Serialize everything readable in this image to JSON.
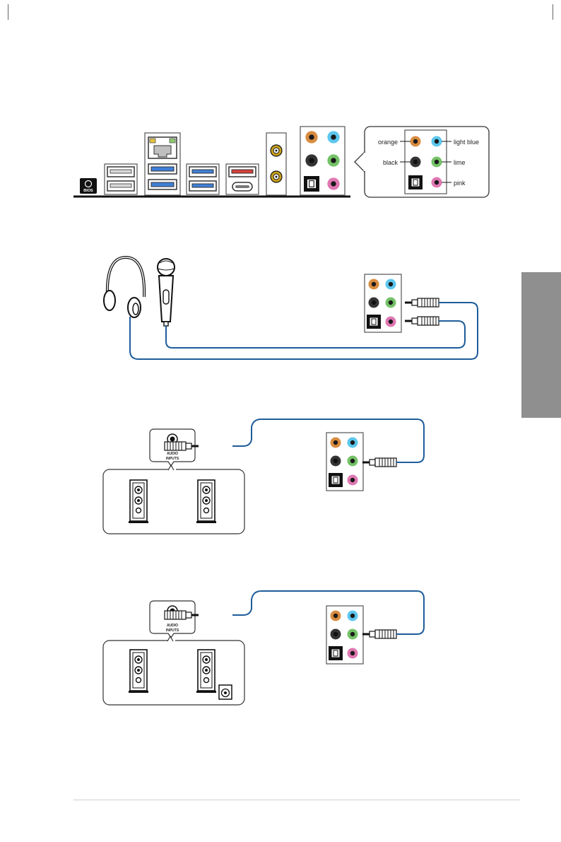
{
  "bios_label": "BIOS",
  "audio_inputs_label": [
    "AUDIO",
    "INPUTS"
  ],
  "callout": {
    "left_labels": [
      "orange",
      "black"
    ],
    "right_labels": [
      "light blue",
      "lime",
      "pink"
    ]
  },
  "colors": {
    "orange": "#d98c3f",
    "light_blue": "#5cc7ee",
    "black": "#333333",
    "lime": "#74c267",
    "pink": "#e077b2",
    "cable": "#1d5d9a",
    "side_tab": "#8f8f8f",
    "gold": "#c9a11d"
  }
}
